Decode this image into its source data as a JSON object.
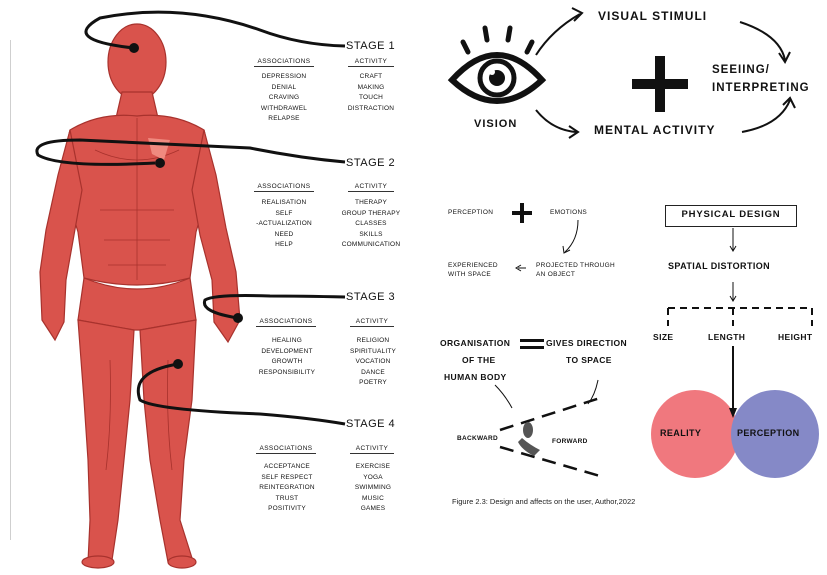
{
  "stages": [
    {
      "title": "STAGE 1",
      "assoc_head": "ASSOCIATIONS",
      "act_head": "ACTIVITY",
      "associations": [
        "DEPRESSION",
        "DENIAL",
        "CRAVING",
        "WITHDRAWEL",
        "RELAPSE"
      ],
      "activities": [
        "CRAFT",
        "MAKING",
        "TOUCH",
        "DISTRACTION"
      ]
    },
    {
      "title": "STAGE 2",
      "assoc_head": "ASSOCIATIONS",
      "act_head": "ACTIVITY",
      "associations": [
        "REALISATION",
        "SELF",
        "-ACTUALIZATION",
        "NEED",
        "HELP"
      ],
      "activities": [
        "THERAPY",
        "GROUP THERAPY",
        "CLASSES",
        "SKILLS",
        "COMMUNICATION"
      ]
    },
    {
      "title": "STAGE 3",
      "assoc_head": "ASSOCIATIONS",
      "act_head": "ACTIVITY",
      "associations": [
        "HEALING",
        "DEVELOPMENT",
        "GROWTH",
        "RESPONSIBILITY"
      ],
      "activities": [
        "RELIGION",
        "SPIRITUALITY",
        "VOCATION",
        "DANCE",
        "POETRY"
      ]
    },
    {
      "title": "STAGE 4",
      "assoc_head": "ASSOCIATIONS",
      "act_head": "ACTIVITY",
      "associations": [
        "ACCEPTANCE",
        "SELF RESPECT",
        "REINTEGRATION",
        "TRUST",
        "POSITIVITY"
      ],
      "activities": [
        "EXERCISE",
        "YOGA",
        "SWIMMING",
        "MUSIC",
        "GAMES"
      ]
    }
  ],
  "vision": {
    "vision_label": "VISION",
    "visual_stimuli": "VISUAL STIMULI",
    "mental_activity": "MENTAL ACTIVITY",
    "seeing_line1": "SEEIING/",
    "seeing_line2": "INTERPRETING"
  },
  "perception": {
    "perception": "PERCEPTION",
    "emotions": "EMOTIONS",
    "experienced_1": "EXPERIENCED",
    "experienced_2": "WITH SPACE",
    "projected_1": "PROJECTED THROUGH",
    "projected_2": "AN OBJECT"
  },
  "organisation": {
    "org_1": "ORGANISATION",
    "org_2": "OF THE",
    "org_3": "HUMAN BODY",
    "dir_1": "GIVES DIRECTION",
    "dir_2": "TO SPACE",
    "backward": "BACKWARD",
    "forward": "FORWARD"
  },
  "physical": {
    "design": "PHYSICAL DESIGN",
    "distortion": "SPATIAL DISTORTION",
    "size": "SIZE",
    "length": "LENGTH",
    "height": "HEIGHT",
    "reality": "REALITY",
    "perception": "PERCEPTION"
  },
  "caption": "Figure 2.3: Design and affects on the user, Author,2022",
  "colors": {
    "body": "#d9534c",
    "body_dark": "#a8322d",
    "reality": "#f0787e",
    "perception": "#8589c7"
  }
}
